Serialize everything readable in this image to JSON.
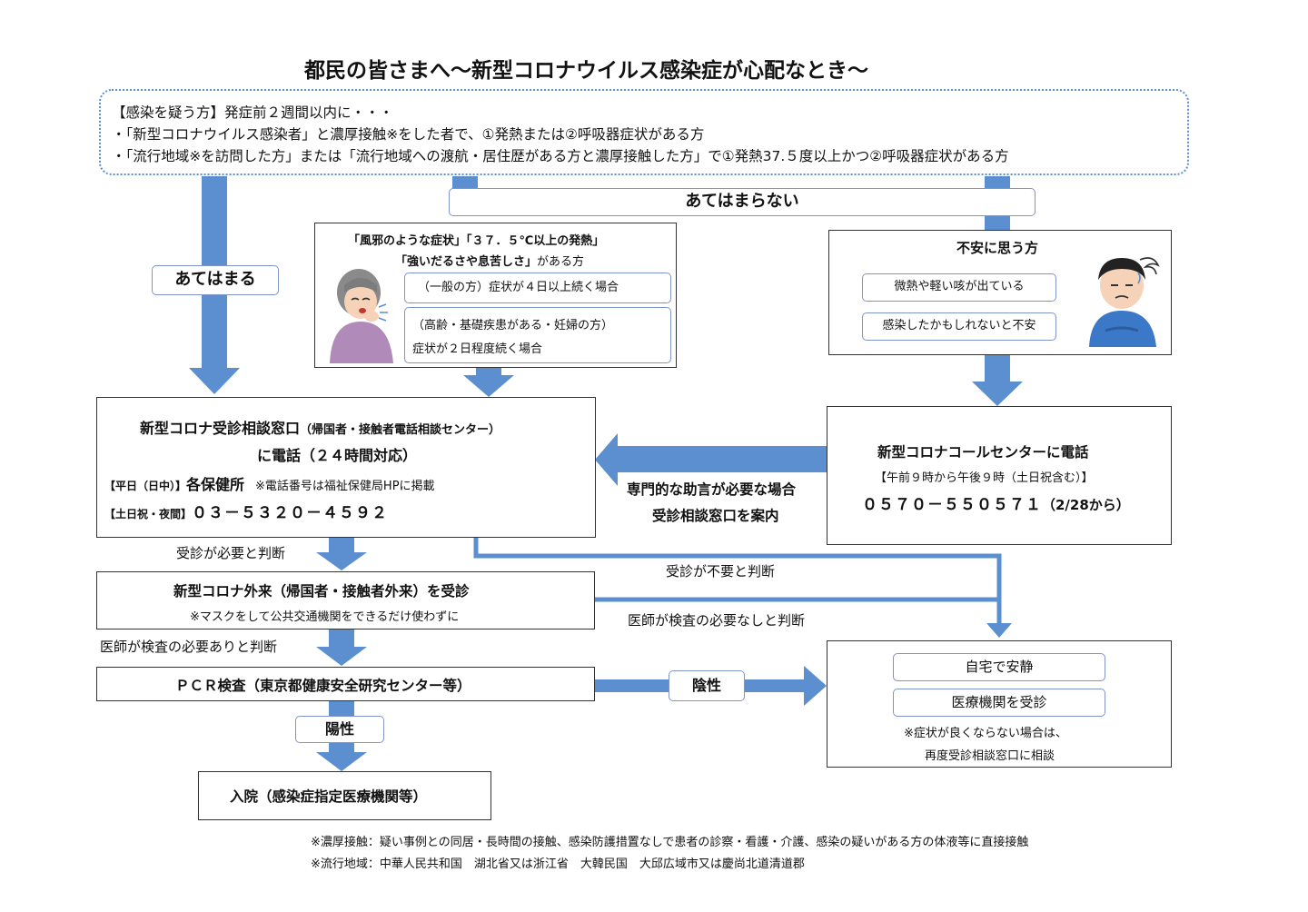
{
  "title": "都民の皆さまへ～新型コロナウイルス感染症が心配なとき～",
  "criteria": {
    "heading": "【感染を疑う方】発症前２週間以内に・・・",
    "line1": "・「新型コロナウイルス感染者」と濃厚接触※をした者で、①発熱または②呼吸器症状がある方",
    "line2": "・「流行地域※を訪問した方」または「流行地域への渡航・居住歴がある方と濃厚接触した方」で①発熱37.５度以上かつ②呼吸器症状がある方"
  },
  "labels": {
    "applies": "あてはまる",
    "not_applies": "あてはまらない",
    "expert_line1": "専門的な助言が必要な場合",
    "expert_line2": "受診相談窓口を案内",
    "need_visit": "受診が必要と判断",
    "no_visit": "受診が不要と判断",
    "doctor_yes": "医師が検査の必要ありと判断",
    "doctor_no": "医師が検査の必要なしと判断",
    "negative": "陰性",
    "positive": "陽性"
  },
  "symptoms": {
    "line1": "「風邪のような症状」「３７．５℃以上の発熱」",
    "line2_bold": "「強いだるさや息苦しさ」",
    "line2_rest": "がある方",
    "case1": "（一般の方）症状が４日以上続く場合",
    "case2_line1": "（高齢・基礎疾患がある・妊婦の方）",
    "case2_line2": "症状が２日程度続く場合"
  },
  "anxious": {
    "title": "不安に思う方",
    "item1": "微熱や軽い咳が出ている",
    "item2": "感染したかもしれないと不安"
  },
  "consult": {
    "line1_bold": "新型コロナ受診相談窓口",
    "line1_small": "（帰国者・接触者電話相談センター）",
    "line2": "に電話（２４時間対応）",
    "weekday_label": "【平日（日中）】",
    "weekday_value": "各保健所",
    "weekday_note": "※電話番号は福祉保健局HPに掲載",
    "holiday_label": "【土日祝・夜間】",
    "holiday_phone": "０３－５３２０－４５９２"
  },
  "callcenter": {
    "title": "新型コロナコールセンターに電話",
    "hours": "【午前９時から午後９時（土日祝含む）】",
    "phone": "０５７０－５５０５７１",
    "from": "（2/28から）"
  },
  "outpatient": {
    "title": "新型コロナ外来（帰国者・接触者外来）を受診",
    "note": "※マスクをして公共交通機関をできるだけ使わずに"
  },
  "pcr": {
    "title": "ＰＣＲ検査（東京都健康安全研究センター等）"
  },
  "home": {
    "item1": "自宅で安静",
    "item2": "医療機関を受診",
    "note1": "※症状が良くならない場合は、",
    "note2": "再度受診相談窓口に相談"
  },
  "hospital": {
    "title": "入院（感染症指定医療機関等）"
  },
  "footnotes": {
    "note1": "※濃厚接触：疑い事例との同居・長時間の接触、感染防護措置なしで患者の診察・看護・介護、感染の疑いがある方の体液等に直接接触",
    "note2": "※流行地域：中華人民共和国　湖北省又は浙江省　大韓民国　大邱広域市又は慶尚北道清道郡"
  },
  "colors": {
    "arrow": "#5b8fd0",
    "pill_border": "#7f95c7",
    "criteria_border": "#5b8fd0"
  },
  "icons": {
    "elder": "coughing-elder-icon",
    "worried": "worried-man-icon"
  }
}
